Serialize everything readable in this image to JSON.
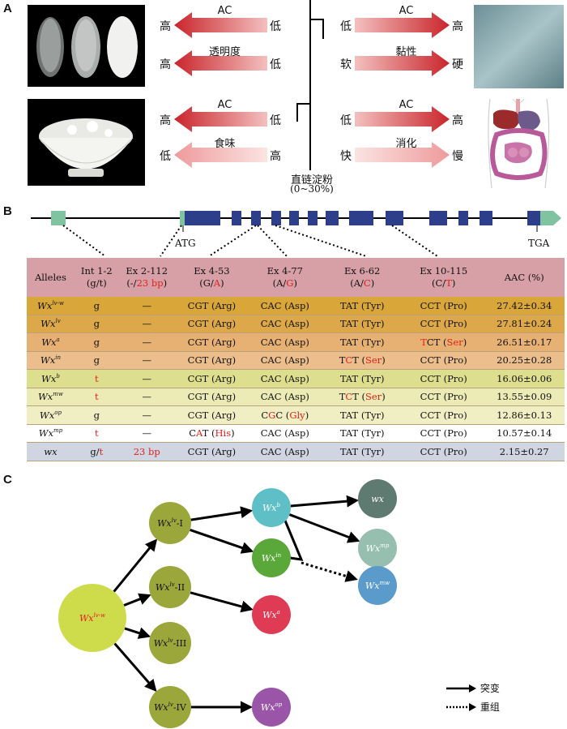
{
  "panels": {
    "a": "A",
    "b": "B",
    "c": "C"
  },
  "panel_a": {
    "rows": [
      {
        "label": "AC",
        "left": "高",
        "right": "低",
        "dir": "left",
        "style": "dark"
      },
      {
        "label": "透明度",
        "left": "高",
        "right": "低",
        "dir": "left",
        "style": "dark"
      },
      {
        "label": "AC",
        "left": "高",
        "right": "低",
        "dir": "left",
        "style": "dark"
      },
      {
        "label": "食味",
        "left": "低",
        "right": "高",
        "dir": "left",
        "style": "light"
      },
      {
        "label": "AC",
        "left": "低",
        "right": "高",
        "dir": "right",
        "style": "dark"
      },
      {
        "label": "黏性",
        "left": "软",
        "right": "硬",
        "dir": "right",
        "style": "dark"
      },
      {
        "label": "AC",
        "left": "低",
        "right": "高",
        "dir": "right",
        "style": "dark"
      },
      {
        "label": "消化",
        "left": "快",
        "right": "慢",
        "dir": "right",
        "style": "light"
      }
    ],
    "center_title": "直链淀粉",
    "center_range": "(0~30%)"
  },
  "panel_b": {
    "atg": "ATG",
    "tga": "TGA",
    "headers": [
      {
        "l1": "Alleles",
        "l2": "",
        "l2red": ""
      },
      {
        "l1": "Int 1-2",
        "l2": "(g/t)",
        "l2red": ""
      },
      {
        "l1": "Ex 2-112",
        "l2": "(-/",
        "l2red": "23 bp",
        "l2end": ")"
      },
      {
        "l1": "Ex 4-53",
        "l2": "(G/",
        "l2red": "A",
        "l2end": ")"
      },
      {
        "l1": "Ex 4-77",
        "l2": "(A/",
        "l2red": "G",
        "l2end": ")"
      },
      {
        "l1": "Ex 6-62",
        "l2": "(A/",
        "l2red": "C",
        "l2end": ")"
      },
      {
        "l1": "Ex 10-115",
        "l2": "(C/",
        "l2red": "T",
        "l2end": ")"
      },
      {
        "l1": "AAC (%)",
        "l2": "",
        "l2red": ""
      }
    ],
    "rows": [
      {
        "allele": "Wx",
        "sup": "lv-w",
        "int": "g",
        "ex2": "—",
        "ex453": "CGT (Arg)",
        "ex477": "CAC (Asp)",
        "ex662": "TAT (Tyr)",
        "ex10": "CCT (Pro)",
        "aac": "27.42±0.34",
        "bg": "#d9a63a"
      },
      {
        "allele": "Wx",
        "sup": "lv",
        "int": "g",
        "ex2": "—",
        "ex453": "CGT (Arg)",
        "ex477": "CAC (Asp)",
        "ex662": "TAT (Tyr)",
        "ex10": "CCT (Pro)",
        "aac": "27.81±0.24",
        "bg": "#dca84a"
      },
      {
        "allele": "Wx",
        "sup": "a",
        "int": "g",
        "ex2": "—",
        "ex453": "CGT (Arg)",
        "ex477": "CAC (Asp)",
        "ex662": "TAT (Tyr)",
        "ex10": "TCT (Ser)",
        "aac": "26.51±0.17",
        "bg": "#e7b173"
      },
      {
        "allele": "Wx",
        "sup": "in",
        "int": "g",
        "ex2": "—",
        "ex453": "CGT (Arg)",
        "ex477": "CAC (Asp)",
        "ex662": "TCT (Ser)",
        "ex10": "CCT (Pro)",
        "aac": "20.25±0.28",
        "bg": "#ebbe8c"
      },
      {
        "allele": "Wx",
        "sup": "b",
        "int": "t",
        "ex2": "—",
        "ex453": "CGT (Arg)",
        "ex477": "CAC (Asp)",
        "ex662": "TAT (Tyr)",
        "ex10": "CCT (Pro)",
        "aac": "16.06±0.06",
        "bg": "#dede8f"
      },
      {
        "allele": "Wx",
        "sup": "mw",
        "int": "t",
        "ex2": "—",
        "ex453": "CGT (Arg)",
        "ex477": "CAC (Asp)",
        "ex662": "TCT (Ser)",
        "ex10": "CCT (Pro)",
        "aac": "13.55±0.09",
        "bg": "#ecebb5"
      },
      {
        "allele": "Wx",
        "sup": "op",
        "int": "g",
        "ex2": "—",
        "ex453": "CGT (Arg)",
        "ex477": "CGC (Gly)",
        "ex662": "TAT (Tyr)",
        "ex10": "CCT (Pro)",
        "aac": "12.86±0.13",
        "bg": "#f0efc4"
      },
      {
        "allele": "Wx",
        "sup": "mp",
        "int": "t",
        "ex2": "—",
        "ex453": "CAT (His)",
        "ex477": "CAC (Asp)",
        "ex662": "TAT (Tyr)",
        "ex10": "CCT (Pro)",
        "aac": "10.57±0.14",
        "bg": "#ffffff"
      },
      {
        "allele": "wx",
        "sup": "",
        "int": "g/t",
        "ex2": "23 bp",
        "ex453": "CGT (Arg)",
        "ex477": "CAC (Asp)",
        "ex662": "TAT (Tyr)",
        "ex10": "CCT (Pro)",
        "aac": "2.15±0.27",
        "bg": "#cfd5e1"
      }
    ]
  },
  "panel_c": {
    "nodes": {
      "root": {
        "base": "Wx",
        "sup": "lv-w",
        "suffix": "",
        "color": "#cedb4a",
        "r": 42
      },
      "I": {
        "base": "Wx",
        "sup": "lv",
        "suffix": "-I",
        "color": "#9ba63b",
        "r": 26
      },
      "II": {
        "base": "Wx",
        "sup": "lv",
        "suffix": "-II",
        "color": "#9ba63b",
        "r": 26
      },
      "III": {
        "base": "Wx",
        "sup": "lv",
        "suffix": "-III",
        "color": "#9ba63b",
        "r": 26
      },
      "IV": {
        "base": "Wx",
        "sup": "lv",
        "suffix": "-IV",
        "color": "#9ba63b",
        "r": 26
      },
      "b": {
        "base": "Wx",
        "sup": "b",
        "suffix": "",
        "color": "#5fbfc6",
        "r": 24
      },
      "in": {
        "base": "Wx",
        "sup": "in",
        "suffix": "",
        "color": "#5aa83a",
        "r": 24
      },
      "a": {
        "base": "Wx",
        "sup": "a",
        "suffix": "",
        "color": "#df3b54",
        "r": 24
      },
      "op": {
        "base": "Wx",
        "sup": "op",
        "suffix": "",
        "color": "#9b55a8",
        "r": 24
      },
      "wx": {
        "base": "wx",
        "sup": "",
        "suffix": "",
        "color": "#5f7a70",
        "r": 24
      },
      "mp": {
        "base": "Wx",
        "sup": "mp",
        "suffix": "",
        "color": "#96bfb0",
        "r": 24
      },
      "mw": {
        "base": "Wx",
        "sup": "mw",
        "suffix": "",
        "color": "#5a9bcb",
        "r": 24
      }
    },
    "legend": {
      "mutation": "突变",
      "recombination": "重组"
    }
  }
}
